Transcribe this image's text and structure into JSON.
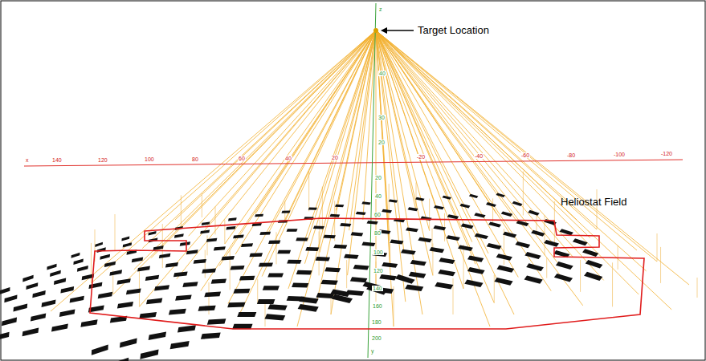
{
  "diagram": {
    "labels": [
      "Target Location",
      "Heliostat Field",
      "x",
      "140",
      "120",
      "100",
      "80",
      "60",
      "40",
      "20",
      "-20",
      "-40",
      "-60",
      "-80",
      "-100",
      "-120",
      "z",
      "40",
      "30",
      "20",
      "20",
      "40",
      "60",
      "80",
      "100",
      "120",
      "140",
      "160",
      "180",
      "200",
      "y"
    ]
  }
}
